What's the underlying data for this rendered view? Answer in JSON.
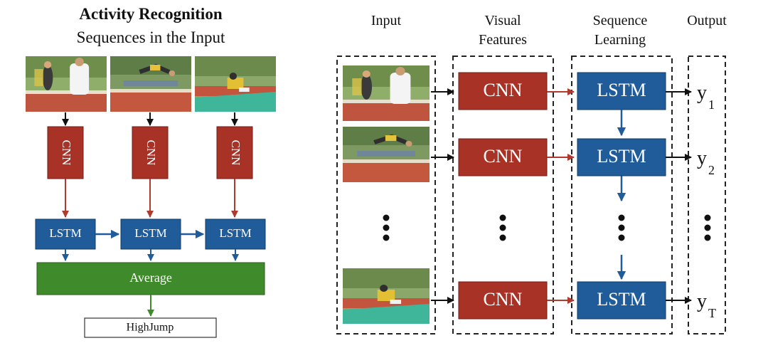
{
  "left_panel": {
    "title": "Activity Recognition",
    "subtitle": "Sequences in the Input",
    "cnn_labels": [
      "CNN",
      "CNN",
      "CNN"
    ],
    "lstm_labels": [
      "LSTM",
      "LSTM",
      "LSTM"
    ],
    "average_label": "Average",
    "output_label": "HighJump"
  },
  "right_panel": {
    "column_headers": {
      "input": "Input",
      "visual_features_line1": "Visual",
      "visual_features_line2": "Features",
      "sequence_learning_line1": "Sequence",
      "sequence_learning_line2": "Learning",
      "output": "Output"
    },
    "rows": [
      {
        "cnn": "CNN",
        "lstm": "LSTM",
        "output": "y",
        "subscript": "1"
      },
      {
        "cnn": "CNN",
        "lstm": "LSTM",
        "output": "y",
        "subscript": "2"
      },
      {
        "cnn": "CNN",
        "lstm": "LSTM",
        "output": "y",
        "subscript": "T"
      }
    ]
  },
  "colors": {
    "cnn_fill": "#a93226",
    "lstm_fill": "#1f5c99",
    "average_fill": "#3f8a2a",
    "red_arrow": "#b03a2e",
    "blue_arrow": "#1f5c99",
    "green_arrow": "#3f8a2a",
    "text_on_box": "#ffffff"
  },
  "icons": [
    "frame-thumbnail",
    "ellipsis-vertical-dots"
  ]
}
